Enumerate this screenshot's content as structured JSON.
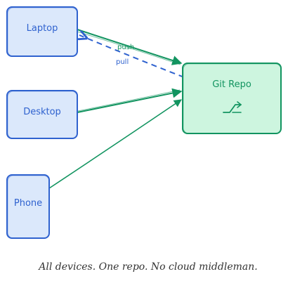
{
  "nodes": {
    "laptop": {
      "label": "Laptop"
    },
    "desktop": {
      "label": "Desktop"
    },
    "phone": {
      "label": "Phone"
    },
    "git_repo": {
      "label": "Git Repo",
      "icon": "branch-icon"
    }
  },
  "edges": {
    "push_label": "push",
    "pull_label": "pull"
  },
  "caption": "All devices. One repo. No cloud middleman.",
  "colors": {
    "device_fill": "#dbe8fb",
    "device_stroke": "#2f62cf",
    "repo_fill": "#cdf5df",
    "repo_stroke": "#129460",
    "arrow_green": "#129460",
    "arrow_blue": "#2f62cf"
  }
}
